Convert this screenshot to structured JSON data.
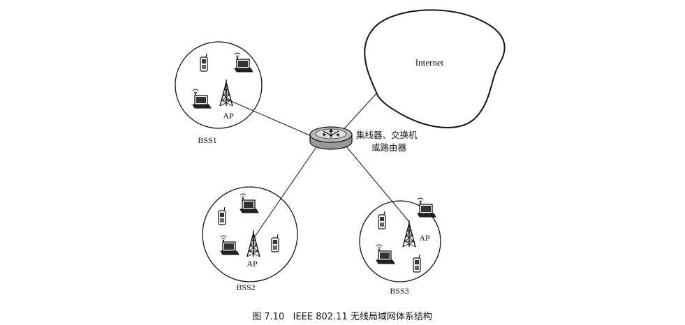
{
  "diagram": {
    "internet_label": "Internet",
    "router_label_line1": "集线器、交换机",
    "router_label_line2": "或路由器",
    "bss": [
      {
        "name": "BSS1",
        "ap_label": "AP"
      },
      {
        "name": "BSS2",
        "ap_label": "AP"
      },
      {
        "name": "BSS3",
        "ap_label": "AP"
      }
    ],
    "caption": "图 7.10   IEEE 802.11 无线局域网体系结构"
  },
  "colors": {
    "stroke": "#111111",
    "device_dark": "#222222",
    "background": "#ffffff"
  },
  "icons": [
    "cell-tower-icon",
    "laptop-icon",
    "mobile-phone-icon",
    "router-icon",
    "cloud-shape"
  ]
}
